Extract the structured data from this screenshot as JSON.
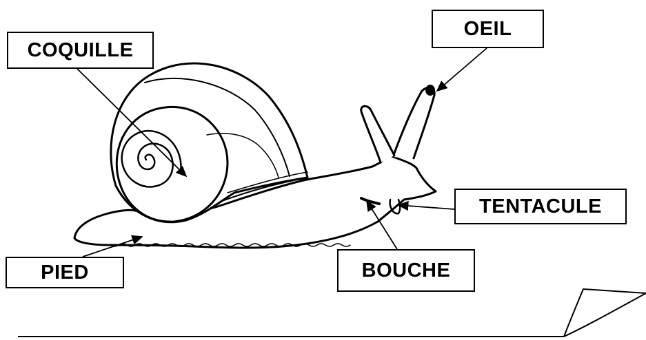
{
  "labels": {
    "coquille": "COQUILLE",
    "oeil": "OEIL",
    "tentacule": "TENTACULE",
    "bouche": "BOUCHE",
    "pied": "PIED"
  },
  "colors": {
    "ink": "#000000",
    "background": "#ffffff"
  }
}
